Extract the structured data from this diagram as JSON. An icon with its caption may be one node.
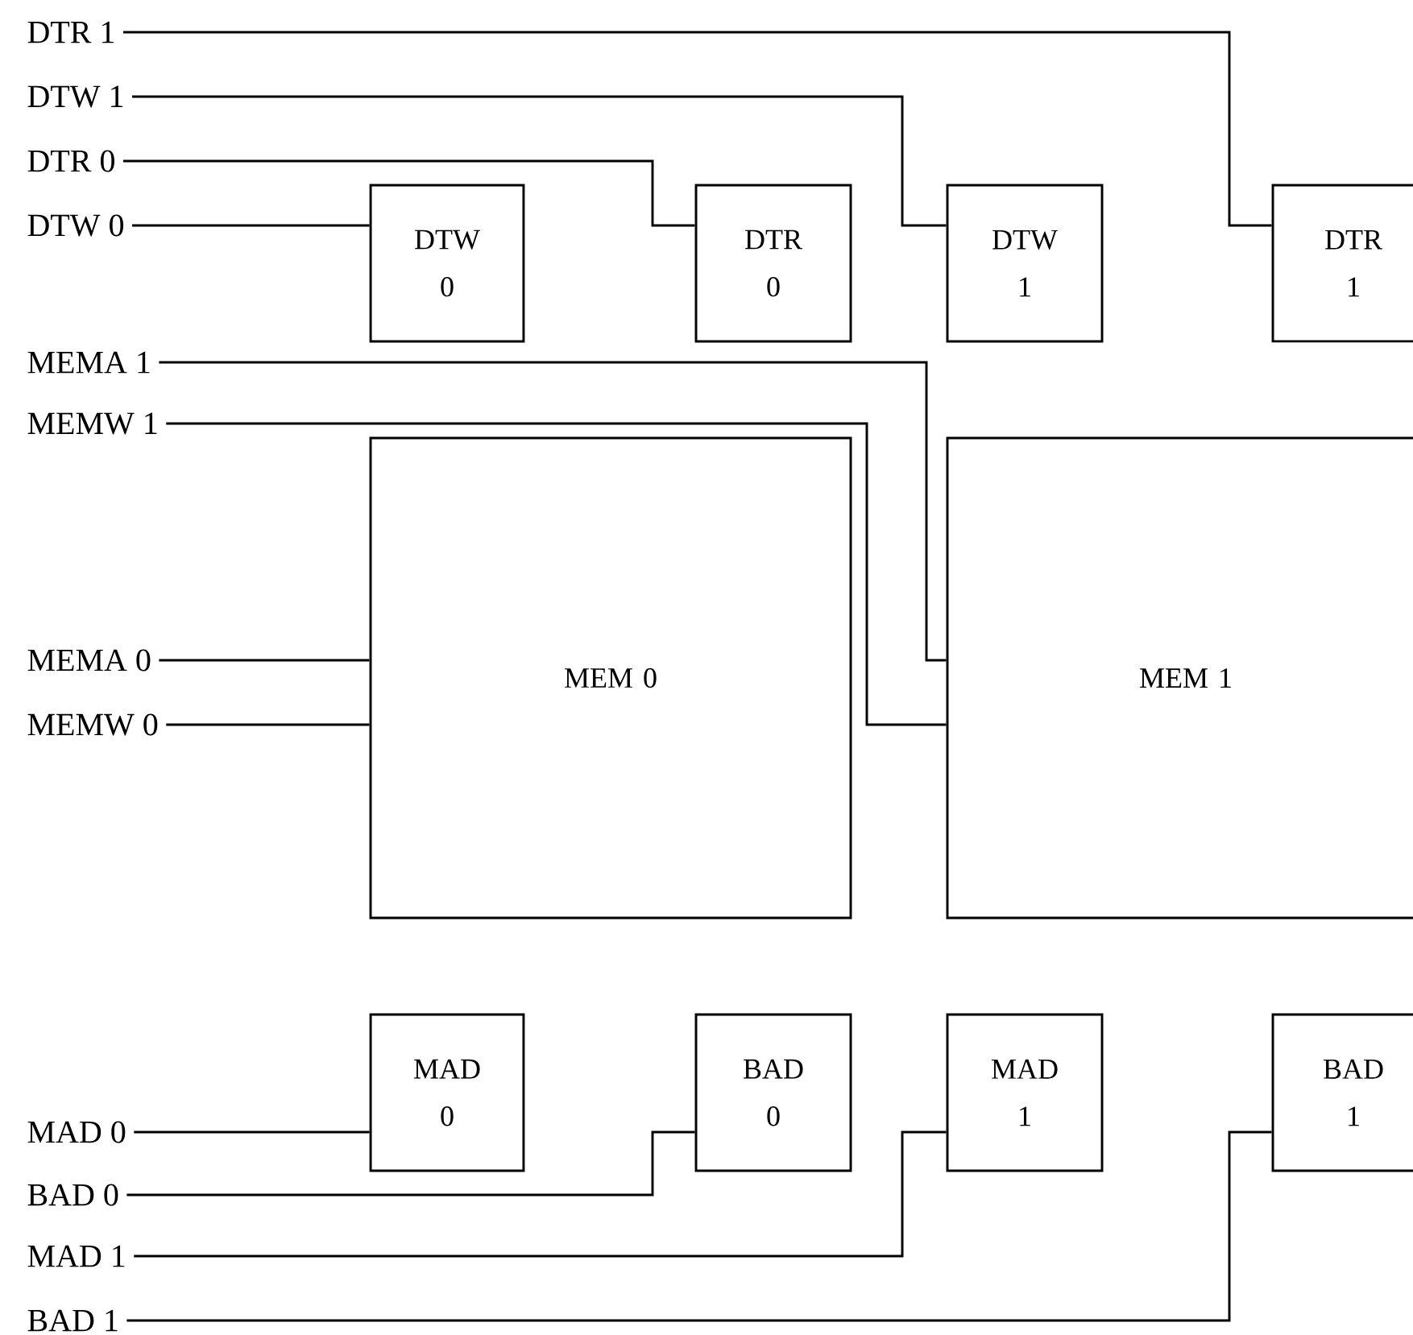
{
  "diagram": {
    "nodes": [
      {
        "text": [
          "DTR 1"
        ]
      },
      {
        "text": [
          "DTW 1"
        ]
      },
      {
        "text": [
          "DTR 0"
        ]
      },
      {
        "text": [
          "DTW 0"
        ]
      },
      {
        "text": [
          "DTW 0"
        ]
      },
      {
        "text": [
          "DTR 0"
        ]
      },
      {
        "text": [
          "DTW 1"
        ]
      },
      {
        "text": [
          "DTR 1"
        ]
      },
      {
        "text": [
          "MEMA 1"
        ]
      },
      {
        "text": [
          "MEMW 1"
        ]
      },
      {
        "text": [
          "MEMA 0"
        ]
      },
      {
        "text": [
          "MEMW 0"
        ]
      },
      {
        "text": [
          "MEM 0"
        ]
      },
      {
        "text": [
          "MEM 1"
        ]
      },
      {
        "text": [
          "MAD 0"
        ]
      },
      {
        "text": [
          "BAD 0"
        ]
      },
      {
        "text": [
          "MAD 1"
        ]
      },
      {
        "text": [
          "BAD 1"
        ]
      },
      {
        "text": [
          "MAD 0"
        ]
      },
      {
        "text": [
          "BAD 0"
        ]
      },
      {
        "text": [
          "MAD 1"
        ]
      },
      {
        "text": [
          "BAD 1"
        ]
      }
    ],
    "edges": [
      {
        "from": 0,
        "to": 7,
        "arrow": "none"
      },
      {
        "from": 1,
        "to": 6,
        "arrow": "none"
      },
      {
        "from": 2,
        "to": 5,
        "arrow": "none"
      },
      {
        "from": 3,
        "to": 4,
        "arrow": "none"
      },
      {
        "from": 8,
        "to": 13,
        "arrow": "none"
      },
      {
        "from": 9,
        "to": 13,
        "arrow": "none"
      },
      {
        "from": 10,
        "to": 12,
        "arrow": "none"
      },
      {
        "from": 11,
        "to": 12,
        "arrow": "none"
      },
      {
        "from": 18,
        "to": 14,
        "arrow": "none"
      },
      {
        "from": 19,
        "to": 15,
        "arrow": "none"
      },
      {
        "from": 20,
        "to": 16,
        "arrow": "none"
      },
      {
        "from": 21,
        "to": 17,
        "arrow": "none"
      }
    ]
  }
}
